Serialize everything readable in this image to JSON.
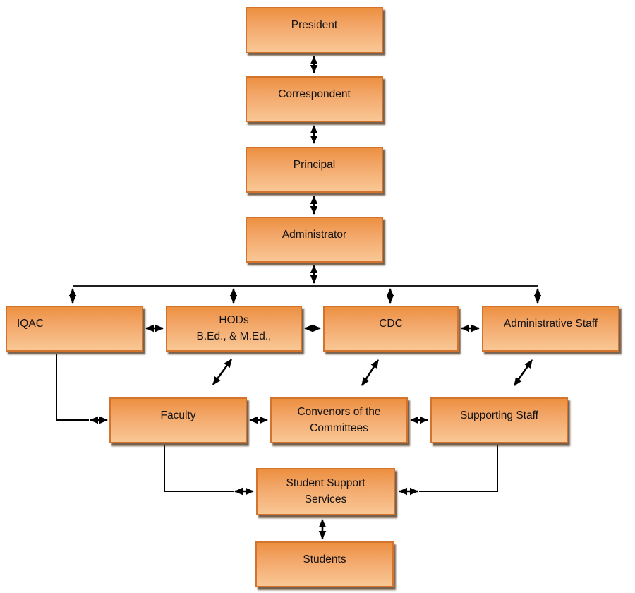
{
  "diagram": {
    "type": "org-chart",
    "colors": {
      "box_fill_top": "#EC9040",
      "box_fill_bottom": "#F9C795",
      "box_border": "#D4732C",
      "box_shadow": "#543A21",
      "arrow": "#000000",
      "background": "#FFFFFF"
    },
    "nodes": {
      "president": {
        "label": "President"
      },
      "correspondent": {
        "label": "Correspondent"
      },
      "principal": {
        "label": "Principal"
      },
      "administrator": {
        "label": "Administrator"
      },
      "iqac": {
        "label": "IQAC"
      },
      "hods": {
        "label": "HODs\nB.Ed., & M.Ed.,"
      },
      "cdc": {
        "label": "CDC"
      },
      "admin_staff": {
        "label": "Administrative Staff"
      },
      "faculty": {
        "label": "Faculty"
      },
      "convenors": {
        "label": "Convenors of the\nCommittees"
      },
      "supporting_staff": {
        "label": "Supporting Staff"
      },
      "student_support": {
        "label": "Student Support\nServices"
      },
      "students": {
        "label": "Students"
      }
    },
    "edges": [
      {
        "from": "president",
        "to": "correspondent",
        "type": "bidirectional"
      },
      {
        "from": "correspondent",
        "to": "principal",
        "type": "bidirectional"
      },
      {
        "from": "principal",
        "to": "administrator",
        "type": "bidirectional"
      },
      {
        "from": "administrator",
        "to": "iqac",
        "type": "bidirectional"
      },
      {
        "from": "administrator",
        "to": "hods",
        "type": "bidirectional"
      },
      {
        "from": "administrator",
        "to": "cdc",
        "type": "bidirectional"
      },
      {
        "from": "administrator",
        "to": "admin_staff",
        "type": "bidirectional"
      },
      {
        "from": "iqac",
        "to": "hods",
        "type": "bidirectional"
      },
      {
        "from": "hods",
        "to": "cdc",
        "type": "bidirectional"
      },
      {
        "from": "cdc",
        "to": "admin_staff",
        "type": "bidirectional"
      },
      {
        "from": "hods",
        "to": "faculty",
        "type": "bidirectional"
      },
      {
        "from": "cdc",
        "to": "convenors",
        "type": "bidirectional"
      },
      {
        "from": "admin_staff",
        "to": "supporting_staff",
        "type": "bidirectional"
      },
      {
        "from": "iqac",
        "to": "faculty",
        "type": "bidirectional"
      },
      {
        "from": "faculty",
        "to": "convenors",
        "type": "bidirectional"
      },
      {
        "from": "convenors",
        "to": "supporting_staff",
        "type": "bidirectional"
      },
      {
        "from": "faculty",
        "to": "student_support",
        "type": "bidirectional"
      },
      {
        "from": "supporting_staff",
        "to": "student_support",
        "type": "bidirectional"
      },
      {
        "from": "student_support",
        "to": "students",
        "type": "bidirectional"
      }
    ]
  }
}
